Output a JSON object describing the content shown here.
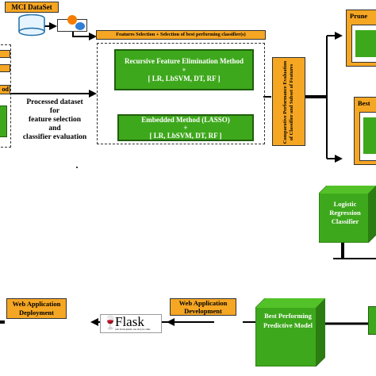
{
  "top": {
    "dataset_label": "MCI DataSet",
    "fs_header": "Features Selection + Selection of best performing classifier(s)",
    "rfe_title": "Recursive Feature Elimination Method",
    "rfe_plus": "+",
    "rfe_models": "[ LR, LbSVM, DT, RF ]",
    "lasso_title": "Embedded Method (LASSO)",
    "lasso_plus": "+",
    "lasso_models": "[ LR, LbSVM, DT, RF ]",
    "processed_line1": "Processed dataset",
    "processed_line2": "for",
    "processed_line3": "feature selection",
    "processed_line4": "and",
    "processed_line5": "classifier evaluation",
    "compare_line1": "Comparative Performance Evaluation",
    "compare_line2": "of Classifier and Subset of Features",
    "left_partial_3": "od",
    "prune_label": "Prune",
    "best_label": "Best",
    "logistic_label": "Logistic Regression Classifier"
  },
  "bottom": {
    "deploy_label": "Web Application Deployment",
    "develop_label": "Web Application Development",
    "flask_logo": "Flask",
    "flask_sub": "web development, one drop at a time",
    "best_model_label": "Best Performing Predictive Model"
  },
  "colors": {
    "orange": "#f5a623",
    "green": "#3ea81c",
    "line": "#000000"
  }
}
